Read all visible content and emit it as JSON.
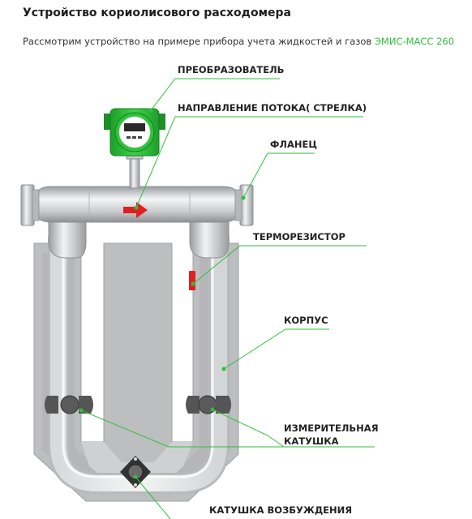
{
  "header": {
    "title": "Устройство кориолисового расходомера",
    "intro_text": "Рассмотрим устройство на примере прибора учета жидкостей и газов",
    "intro_link": "ЭМИС-МАСС 260"
  },
  "labels": {
    "converter": "ПРЕОБРАЗОВАТЕЛЬ",
    "flow_direction": "НАПРАВЛЕНИЕ ПОТОКА( СТРЕЛКА)",
    "flange": "ФЛАНЕЦ",
    "thermistor": "ТЕРМОРЕЗИСТОР",
    "housing": "КОРПУС",
    "measuring_coil_line1": "ИЗМЕРИТЕЛЬНАЯ",
    "measuring_coil_line2": "КАТУШКА",
    "excitation_coil": "КАТУШКА ВОЗБУЖДЕНИЯ"
  },
  "colors": {
    "accent": "#2fbf3a",
    "arrow": "#e02020",
    "metal": "#d2d4d6",
    "housing": "#bcbdbf"
  }
}
